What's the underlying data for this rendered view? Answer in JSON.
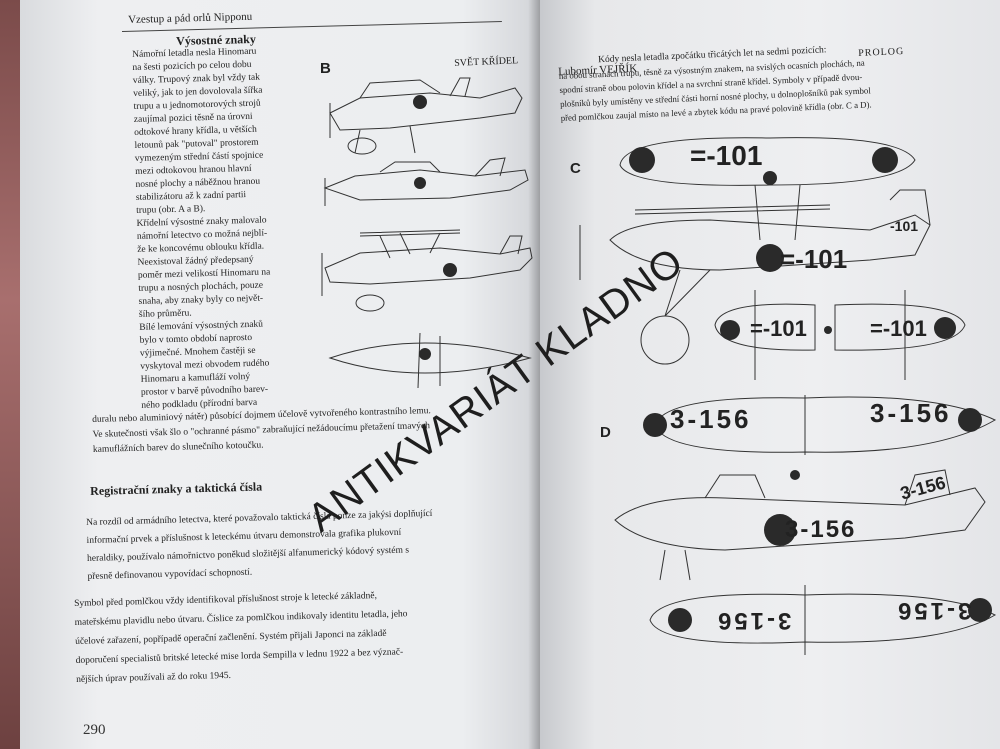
{
  "left_page": {
    "running_head": "Vzestup a pád orlů Nipponu",
    "subtitle": "Výsostné znaky",
    "figure_label": "B",
    "narrow_lines": [
      "Námořní letadla nesla Hinomaru",
      "na šesti pozicích po celou dobu",
      "války. Trupový znak byl vždy tak",
      "veliký, jak to jen dovolovala šířka",
      "trupu a u jednomotorových strojů",
      "zaujímal pozici těsně na úrovni",
      "odtokové hrany křídla, u větších",
      "letounů pak \"putoval\" prostorem",
      "vymezeným střední částí spojnice",
      "mezi odtokovou hranou hlavní",
      "nosné plochy a náběžnou hranou",
      "stabilizátoru až k zadní partii",
      "trupu (obr. A a B).",
      "Křídelní výsostné znaky malovalo",
      "námořní letectvo co možná nejblí-",
      "že ke koncovému oblouku křídla.",
      "Neexistoval žádný předepsaný",
      "poměr mezi velikostí Hinomaru na",
      "trupu a nosných plochách, pouze",
      "snaha, aby znaky byly co největ-",
      "šího průměru.",
      "Bílé lemování výsostných znaků",
      "bylo v tomto období naprosto",
      "výjimečné. Mnohem častěji se",
      "vyskytoval mezi obvodem rudého",
      "Hinomaru a kamufláží volný",
      "prostor v barvě původního barev-",
      "ného podkladu (přírodní barva"
    ],
    "wide_lines": [
      "duralu nebo aluminiový nátěr) působící dojmem účelově vytvořeného kontrastního lemu.",
      "Ve skutečnosti však šlo o \"ochranné pásmo\" zabraňující nežádoucímu přetažení tmavých",
      "kamuflážních barev do slunečního kotoučku."
    ],
    "section_heading": "Registrační znaky a taktická čísla",
    "para1": [
      "Na rozdíl od armádního letectva, které považovalo taktická čísla ponze za jakýsi doplňující",
      "informační prvek a příslušnost k leteckému útvaru demonstrovala grafika plukovní",
      "heraldiky, používalo námořnictvo poněkud složitější alfanumerický kódový systém s",
      "přesně definovanou vypovídací schopností."
    ],
    "para2": [
      "Symbol před pomlčkou vždy identifikoval příslušnost stroje k letecké základně,",
      "mateřskému plavidlu nebo útvaru. Číslice za pomlčkou indikovaly identitu letadla, jeho",
      "účelové zařazení, popřípadě operační začlenění. Systém přijali Japonci na základě",
      "doporučení specialistů britské letecké mise lorda Sempilla v lednu 1922 a bez význač-",
      "nějších úprav používali až do roku 1945."
    ],
    "page_number": "290"
  },
  "right_page": {
    "author": "Lubomír VEJŘÍK",
    "section": "SVĚT KŘÍDEL",
    "prolog": "PROLOG",
    "intro_lines": [
      "Kódy nesla letadla zpočátku třicátých let na sedmi pozicích:",
      "na obou stranách trupu, těsně za výsostným znakem, na svislých ocasních plochách, na",
      "spodní straně obou polovin křídel a na svrchní straně křídel. Symboly v případě dvou-",
      "plošníků byly umístěny ve střední části horní nosné plochy, u dolnoplošníků pak symbol",
      "před pomlčkou zaujal místo na levé a zbytek kódu na pravé polovině křídla (obr. C a D)."
    ],
    "figure_c_label": "C",
    "figure_d_label": "D",
    "code_c": "=-101",
    "code_c_top": "=-101",
    "code_c_tail": "-101",
    "code_d": "3-156",
    "code_d_wing_left": "3-156",
    "code_d_wing_right": "3-156",
    "code_d_under_left": "3-156",
    "code_d_under_right": "3-156"
  },
  "watermark": "ANTIKVARIÁT KLADNO",
  "colors": {
    "page": "#eceef0",
    "ink": "#222222",
    "hinomaru": "#2a2a2a",
    "cover": "#8a5655"
  }
}
